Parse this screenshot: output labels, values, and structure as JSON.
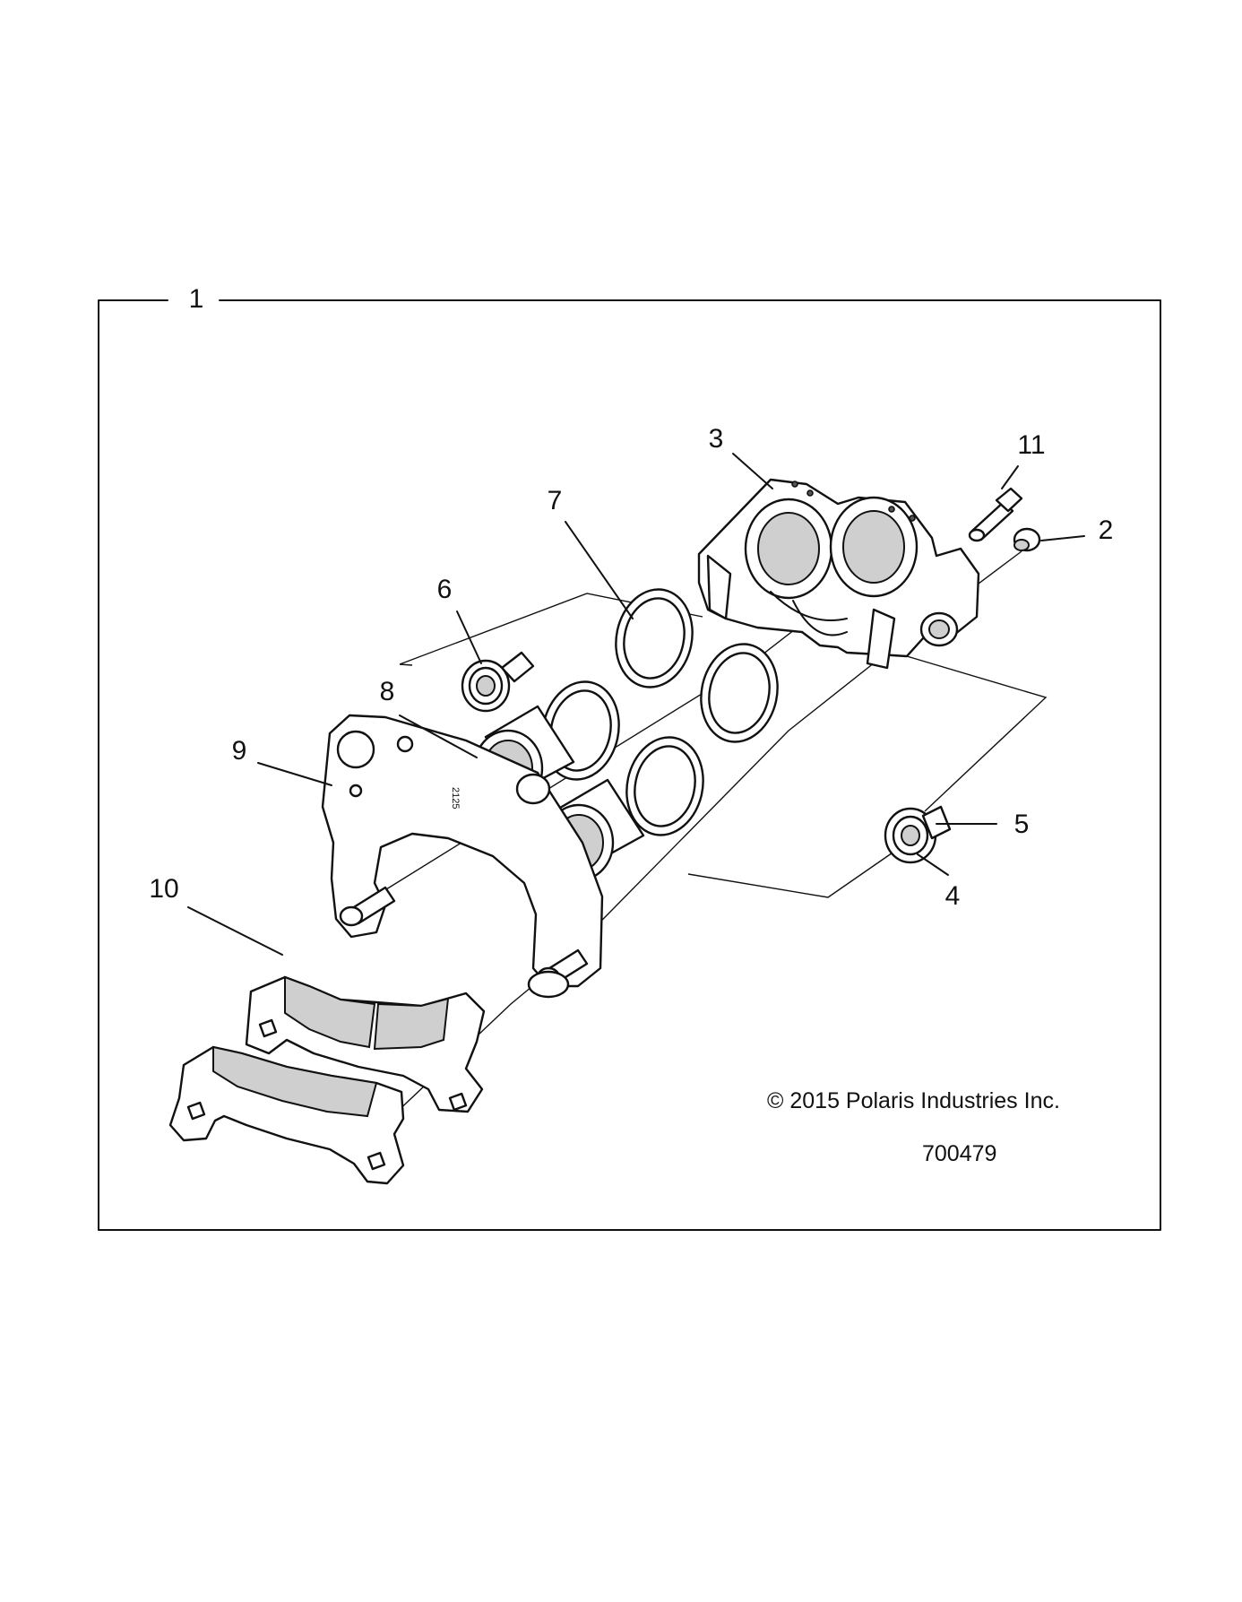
{
  "diagram": {
    "callouts": [
      {
        "id": "1",
        "label": "1"
      },
      {
        "id": "2",
        "label": "2"
      },
      {
        "id": "3",
        "label": "3"
      },
      {
        "id": "4",
        "label": "4"
      },
      {
        "id": "5",
        "label": "5"
      },
      {
        "id": "6",
        "label": "6"
      },
      {
        "id": "7",
        "label": "7"
      },
      {
        "id": "8",
        "label": "8"
      },
      {
        "id": "9",
        "label": "9"
      },
      {
        "id": "10",
        "label": "10"
      },
      {
        "id": "11",
        "label": "11"
      }
    ],
    "pad_marking": "2125",
    "copyright": "© 2015 Polaris Industries Inc.",
    "figure_number": "700479"
  }
}
